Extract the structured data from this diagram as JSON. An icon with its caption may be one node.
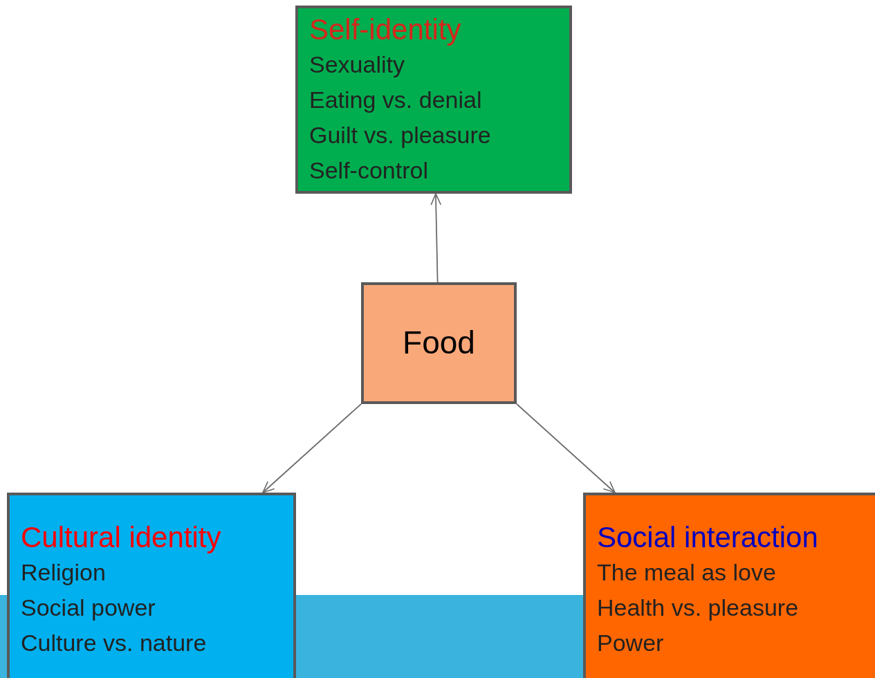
{
  "diagram": {
    "nodes": [
      {
        "text": [
          "Self-identity",
          "Sexuality",
          "Eating vs. denial",
          "Guilt vs. pleasure",
          "Self-control"
        ]
      },
      {
        "text": [
          "Food"
        ]
      },
      {
        "text": [
          "Cultural identity",
          "Religion",
          "Social power",
          "Culture vs. nature"
        ]
      },
      {
        "text": [
          "Social interaction",
          "The meal as love",
          "Health vs. pleasure",
          "Power"
        ]
      }
    ],
    "edges": [
      {
        "from": 1,
        "to": 0,
        "arrow": "to"
      },
      {
        "from": 1,
        "to": 2,
        "arrow": "to"
      },
      {
        "from": 1,
        "to": 3,
        "arrow": "to"
      }
    ]
  }
}
